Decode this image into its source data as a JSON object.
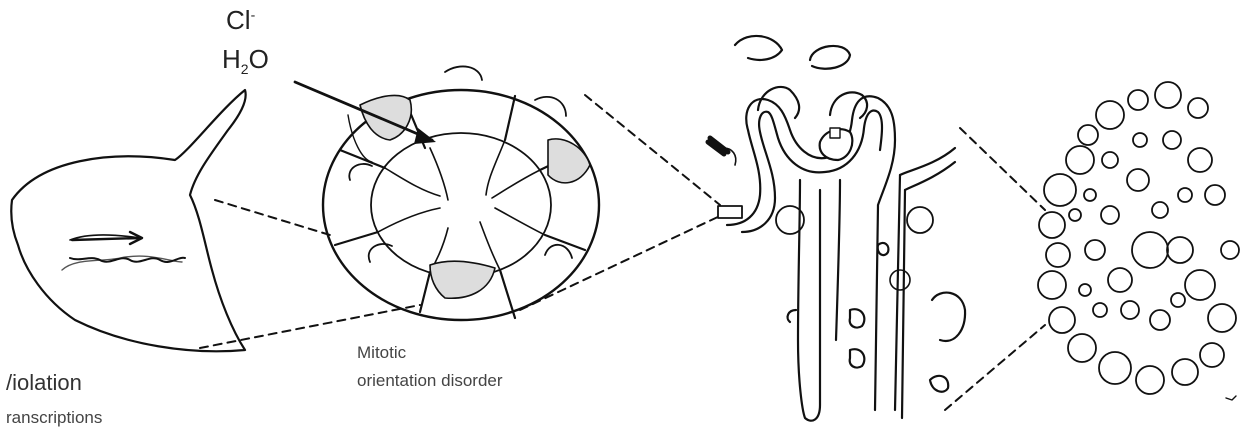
{
  "labels": {
    "ion_cl": "Cl",
    "ion_cl_sup": "-",
    "ion_h2o_h": "H",
    "ion_h2o_sub": "2",
    "ion_h2o_o": "O",
    "mitotic": "Mitotic",
    "orientation": "orientation disorder",
    "violation": "/iolation",
    "transcriptions": "ranscriptions"
  }
}
